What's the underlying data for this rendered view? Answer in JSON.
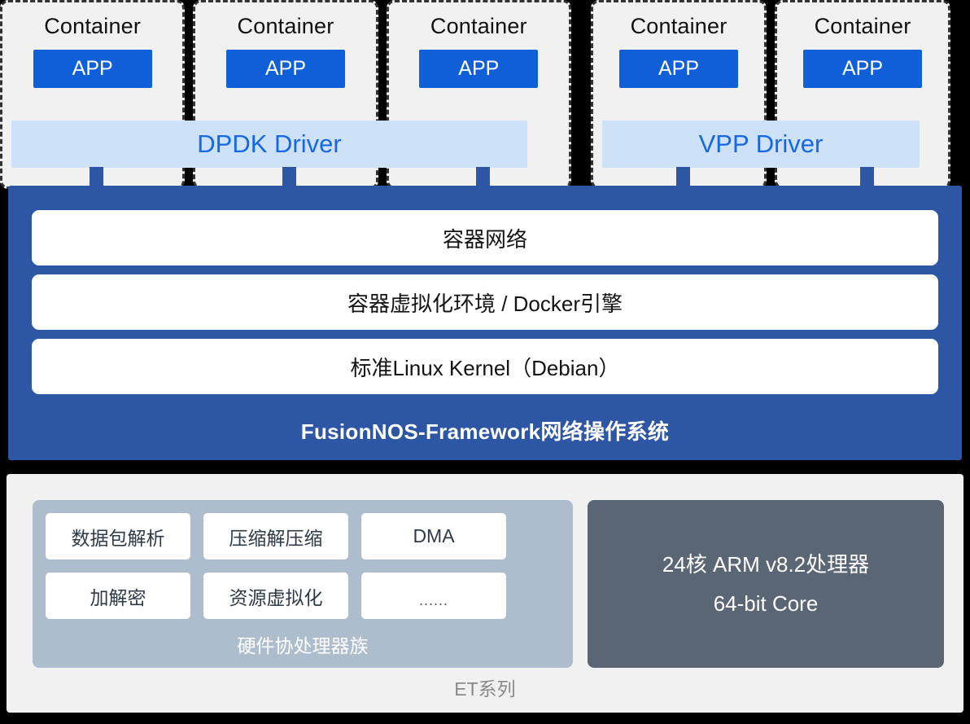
{
  "containers": {
    "dpdk_group": {
      "driver_label": "DPDK Driver",
      "cells": [
        {
          "title": "Container",
          "app_label": "APP"
        },
        {
          "title": "Container",
          "app_label": "APP"
        },
        {
          "title": "Container",
          "app_label": "APP"
        }
      ]
    },
    "vpp_group": {
      "driver_label": "VPP Driver",
      "cells": [
        {
          "title": "Container",
          "app_label": "APP"
        },
        {
          "title": "Container",
          "app_label": "APP"
        }
      ]
    }
  },
  "os_block": {
    "layers": [
      "容器网络",
      "容器虚拟化环境 / Docker引擎",
      "标准Linux Kernel（Debian）"
    ],
    "title": "FusionNOS-Framework网络操作系统"
  },
  "hardware": {
    "coprocessor": {
      "cells": [
        "数据包解析",
        "压缩解压缩",
        "DMA",
        "加解密",
        "资源虚拟化",
        "......"
      ],
      "label": "硬件协处理器族"
    },
    "cpu": {
      "line1": "24核 ARM v8.2处理器",
      "line2": "64-bit Core"
    },
    "series_label": "ET系列"
  },
  "colors": {
    "os_blue": "#2d57a4",
    "app_blue": "#0f5fd8",
    "driver_band": "#cde1f8",
    "driver_text": "#1668e3",
    "coproc_gray": "#aebdce",
    "cpu_gray": "#5b6674",
    "panel_gray": "#f1f1f1"
  }
}
